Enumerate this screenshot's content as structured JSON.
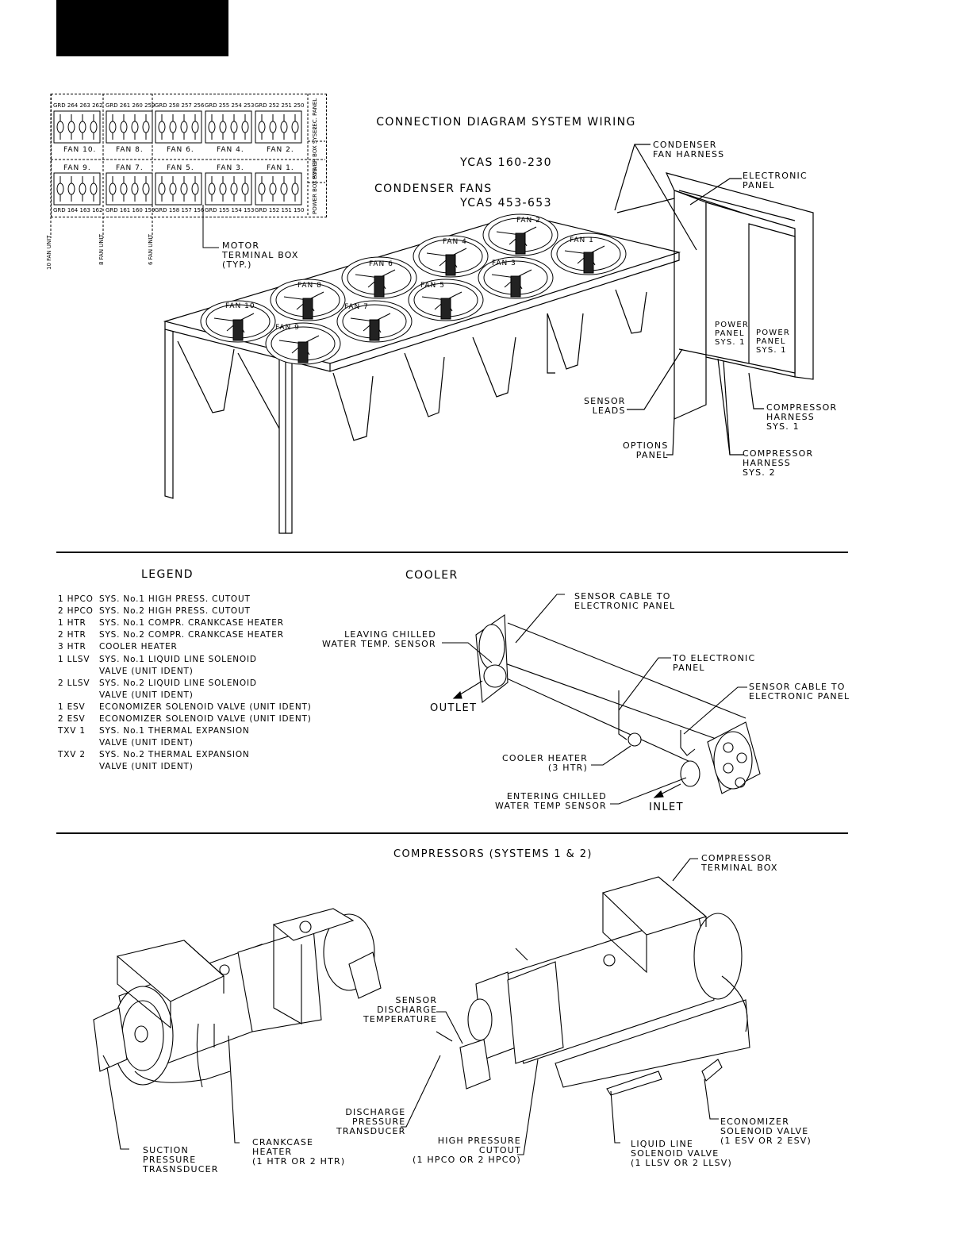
{
  "header": {
    "title_lines": [
      "CONNECTION DIAGRAM SYSTEM WIRING",
      "YCAS 160-230",
      "YCAS 453-653",
      "(STYLE F)"
    ]
  },
  "condenser": {
    "heading": "CONDENSER FANS",
    "fans": [
      "FAN 1",
      "FAN 2",
      "FAN 3",
      "FAN 4",
      "FAN 5",
      "FAN 6",
      "FAN 7",
      "FAN 8",
      "FAN 9",
      "FAN 10"
    ],
    "labels": {
      "condenser_fan_harness": "CONDENSER\nFAN HARNESS",
      "electronic_panel": "ELECTRONIC\nPANEL",
      "motor_terminal_box": "MOTOR\nTERMINAL BOX\n(TYP.)",
      "power_panel_1": "POWER\nPANEL\nSYS. 1",
      "power_panel_2": "POWER\nPANEL\nSYS. 1",
      "sensor_leads": "SENSOR\nLEADS",
      "options_panel": "OPTIONS\nPANEL",
      "compressor_harness_1": "COMPRESSOR\nHARNESS\nSYS. 1",
      "compressor_harness_2": "COMPRESSOR\nHARNESS\nSYS. 2"
    },
    "terminal_box": {
      "top_row_fans": [
        "FAN 10.",
        "FAN 8.",
        "FAN 6.",
        "FAN 4.",
        "FAN 2."
      ],
      "bottom_row_fans": [
        "FAN 9.",
        "FAN 7.",
        "FAN 5.",
        "FAN 3.",
        "FAN 1."
      ],
      "top_terminals": [
        "GRD 264 263 262",
        "GRD 261 260 259",
        "GRD 258 257 256",
        "GRD 255 254 253",
        "GRD 252 251 250"
      ],
      "bottom_terminals": [
        "GRD 164 163 162",
        "GRD 161 160 159",
        "GRD 158 157 156",
        "GRD 155 154 153",
        "GRD 152 151 150"
      ],
      "side_labels": [
        "ELEC. PANEL",
        "POWER BOX SYS. 2",
        "POWER BOX SYS. 1"
      ],
      "unit_labels": [
        "10 FAN UNIT",
        "8 FAN UNIT",
        "6 FAN UNIT"
      ]
    }
  },
  "legend": {
    "heading": "LEGEND",
    "rows": [
      {
        "code": "1 HPCO",
        "text": "SYS. No.1 HIGH PRESS. CUTOUT"
      },
      {
        "code": "2 HPCO",
        "text": "SYS. No.2 HIGH PRESS. CUTOUT"
      },
      {
        "code": "1 HTR",
        "text": "SYS. No.1 COMPR. CRANKCASE HEATER"
      },
      {
        "code": "2 HTR",
        "text": "SYS. No.2 COMPR. CRANKCASE HEATER"
      },
      {
        "code": "3 HTR",
        "text": "COOLER HEATER"
      },
      {
        "code": "1 LLSV",
        "text": "SYS. No.1 LIQUID LINE SOLENOID"
      },
      {
        "code": "",
        "text": "VALVE (UNIT IDENT)"
      },
      {
        "code": "2 LLSV",
        "text": "SYS. No.2 LIQUID LINE SOLENOID"
      },
      {
        "code": "",
        "text": "VALVE (UNIT IDENT)"
      },
      {
        "code": "1 ESV",
        "text": "ECONOMIZER SOLENOID VALVE (UNIT IDENT)"
      },
      {
        "code": "2 ESV",
        "text": "ECONOMIZER SOLENOID VALVE (UNIT IDENT)"
      },
      {
        "code": "TXV 1",
        "text": "SYS. No.1 THERMAL EXPANSION"
      },
      {
        "code": "",
        "text": "VALVE (UNIT IDENT)"
      },
      {
        "code": "TXV 2",
        "text": "SYS. No.2 THERMAL EXPANSION"
      },
      {
        "code": "",
        "text": "VALVE (UNIT IDENT)"
      }
    ]
  },
  "cooler": {
    "heading": "COOLER",
    "labels": {
      "sensor_cable_top": "SENSOR CABLE TO\nELECTRONIC PANEL",
      "leaving_sensor": "LEAVING CHILLED\nWATER TEMP. SENSOR",
      "to_electronic": "TO ELECTRONIC\nPANEL",
      "sensor_cable_right": "SENSOR CABLE TO\nELECTRONIC PANEL",
      "outlet": "OUTLET",
      "cooler_heater": "COOLER HEATER\n(3 HTR)",
      "entering_sensor": "ENTERING CHILLED\nWATER TEMP SENSOR",
      "inlet": "INLET"
    }
  },
  "compressors": {
    "heading": "COMPRESSORS (SYSTEMS 1 & 2)",
    "labels": {
      "terminal_box": "COMPRESSOR\nTERMINAL BOX",
      "sensor_discharge": "SENSOR\nDISCHARGE\nTEMPERATURE",
      "discharge_transducer": "DISCHARGE\nPRESSURE\nTRANSDUCER",
      "suction_transducer": "SUCTION\nPRESSURE\nTRASNSDUCER",
      "crankcase_heater": "CRANKCASE\nHEATER\n(1 HTR OR 2 HTR)",
      "hp_cutout": "HIGH PRESSURE\nCUTOUT\n(1 HPCO OR 2 HPCO)",
      "liquid_line": "LIQUID LINE\nSOLENOID VALVE\n(1 LLSV OR 2 LLSV)",
      "economizer": "ECONOMIZER\nSOLENOID VALVE\n(1 ESV OR 2 ESV)"
    }
  }
}
